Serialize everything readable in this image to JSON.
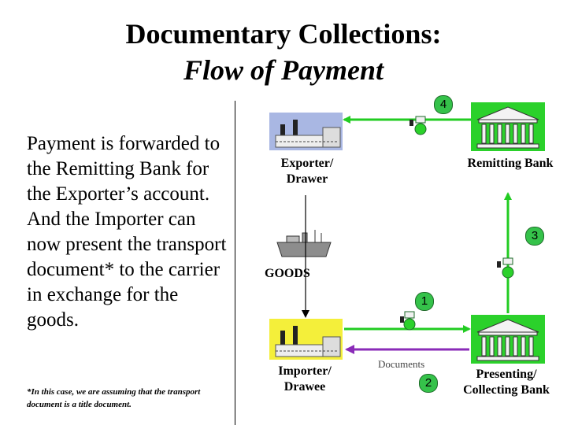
{
  "title": {
    "line1": "Documentary Collections:",
    "line2": "Flow of Payment"
  },
  "body_text": "Payment is forwarded to the Remitting Bank for the Exporter’s account. And the Importer can now present the transport document* to the carrier in exchange for the goods.",
  "footnote": "*In this case, we are assuming that the transport document is a title document.",
  "diagram": {
    "exporter_label": "Exporter/ Drawer",
    "remitting_label": "Remitting Bank",
    "importer_label": "Importer/ Drawee",
    "presenting_label": "Presenting/ Collecting Bank",
    "goods_label": "GOODS",
    "documents_label": "Documents",
    "steps": [
      "4",
      "3",
      "1",
      "2"
    ]
  },
  "colors": {
    "flow": "#22cc22",
    "documents_arrow": "#8a2bb8",
    "factory_bg_top": "#a9b7e3",
    "factory_bg_bottom": "#f4ef3a",
    "bank_bg": "#2bd12b"
  }
}
